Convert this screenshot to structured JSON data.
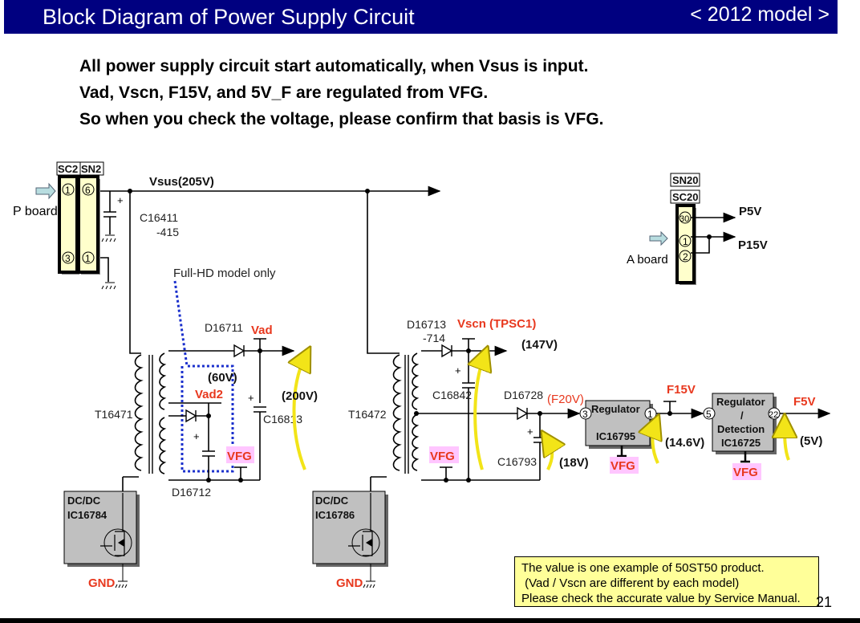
{
  "header": {
    "title": "Block Diagram of Power Supply Circuit",
    "model": "< 2012 model >",
    "bg_color": "#000080"
  },
  "intro_lines": [
    "All power supply circuit start automatically, when Vsus is input.",
    "Vad, Vscn, F15V, and 5V_F are regulated from VFG.",
    "So when you check the voltage, please confirm that basis is VFG."
  ],
  "left_connector": {
    "labels": [
      "SC2",
      "SN2"
    ],
    "pins_sc2": [
      "1",
      "3"
    ],
    "pins_sn2": [
      "6",
      "1"
    ],
    "source": "P board"
  },
  "right_connector": {
    "labels": [
      "SN20",
      "SC20"
    ],
    "pins": [
      "30",
      "1",
      "2"
    ],
    "source": "A board",
    "outputs": [
      "P5V",
      "P15V"
    ]
  },
  "vsus_label": "Vsus(205V)",
  "capacitor_c16411": [
    "C16411",
    "-415"
  ],
  "fullhd_note": "Full-HD model only",
  "left_stage": {
    "transformer": "T16471",
    "diode_top": "D16711",
    "diode_bottom": "D16712",
    "capacitor": "C16813",
    "vad": "Vad",
    "vad2": "Vad2",
    "v60": "(60V)",
    "v200": "(200V)",
    "vfg": "VFG",
    "ic_type": "DC/DC",
    "ic": "IC16784",
    "gnd": "GND"
  },
  "right_stage": {
    "transformer": "T16472",
    "diode_top": [
      "D16713",
      "-714"
    ],
    "vscn": "Vscn (TPSC1)",
    "v147": "(147V)",
    "capacitor_top": "C16842",
    "diode_mid": "D16728",
    "f20v": "(F20V)",
    "capacitor_mid": "C16793",
    "v18": "(18V)",
    "vfg": "VFG",
    "ic_type": "DC/DC",
    "ic": "IC16786",
    "gnd": "GND"
  },
  "regulator1": {
    "name": "Regulator",
    "ic": "IC16795",
    "pin_in": "3",
    "pin_out": "1",
    "output_label": "F15V",
    "voltage": "(14.6V)",
    "vfg": "VFG"
  },
  "regulator2": {
    "name_lines": [
      "Regulator",
      "/",
      "Detection"
    ],
    "ic": "IC16725",
    "pin_in": "5",
    "pin_out": "22",
    "output_label": "F5V",
    "voltage": "(5V)",
    "vfg": "VFG"
  },
  "note_lines": [
    "The value is one example of 50ST50 product.",
    " (Vad / Vscn are different by each model)",
    "Please check the accurate value by Service Manual."
  ],
  "page_number": "21",
  "colors": {
    "accent_red": "#e8381e",
    "vfg_highlight": "#ffc6ff",
    "connector_fill": "#ffffcc",
    "ic_fill": "#c0c0c0",
    "note_fill": "#ffff99",
    "arrow_yellow": "#f2e418",
    "dotted_blue": "#1a2fcc"
  }
}
